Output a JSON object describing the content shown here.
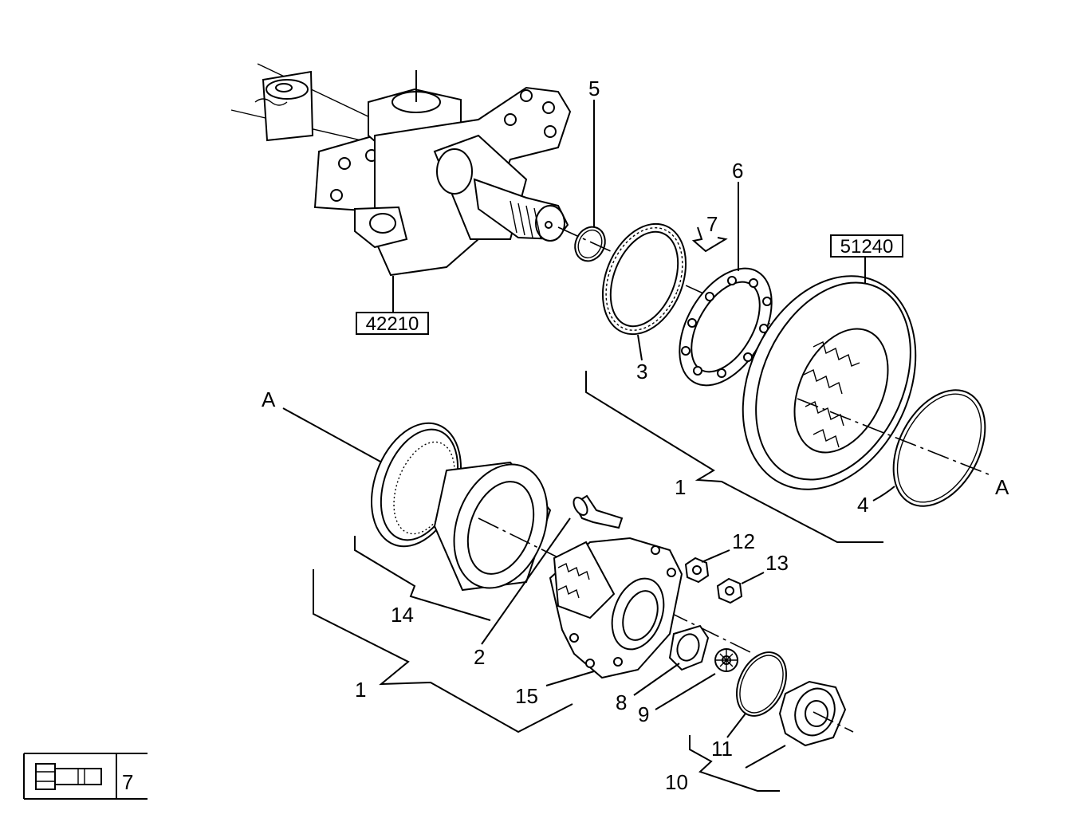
{
  "callouts": {
    "c5": "5",
    "c6": "6",
    "c7_top": "7",
    "c3": "3",
    "c1_top": "1",
    "c4": "4",
    "cA_left": "A",
    "cA_right": "A",
    "c12": "12",
    "c13": "13",
    "c14": "14",
    "c2": "2",
    "c15": "15",
    "c8": "8",
    "c9": "9",
    "c11": "11",
    "c1_bottom": "1",
    "c10": "10"
  },
  "boxed_refs": {
    "ref_42210": "42210",
    "ref_51240": "51240"
  },
  "legend": {
    "label": "7",
    "icon": "bolt-icon"
  }
}
